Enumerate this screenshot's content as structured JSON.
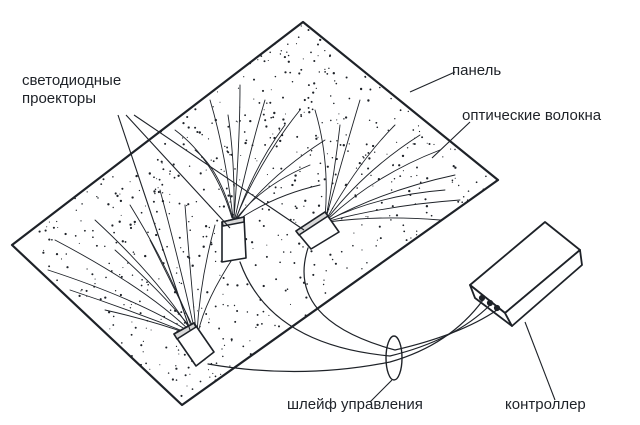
{
  "labels": {
    "projectors_line1": "светодиодные",
    "projectors_line2": "проекторы",
    "panel": "панель",
    "fibers": "оптические волокна",
    "harness": "шлейф управления",
    "controller": "контроллер"
  },
  "colors": {
    "ink": "#1e2228",
    "background": "#ffffff"
  }
}
